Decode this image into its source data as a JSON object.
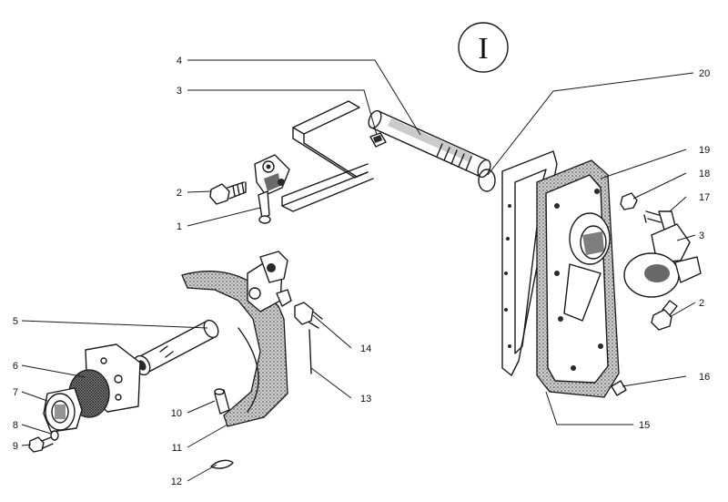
{
  "figure": {
    "roman_label": "I",
    "callouts": [
      {
        "id": "c1",
        "text": "1"
      },
      {
        "id": "c2a",
        "text": "2"
      },
      {
        "id": "c3a",
        "text": "3"
      },
      {
        "id": "c4",
        "text": "4"
      },
      {
        "id": "c5",
        "text": "5"
      },
      {
        "id": "c6",
        "text": "6"
      },
      {
        "id": "c7",
        "text": "7"
      },
      {
        "id": "c8",
        "text": "8"
      },
      {
        "id": "c9",
        "text": "9"
      },
      {
        "id": "c10",
        "text": "10"
      },
      {
        "id": "c11",
        "text": "11"
      },
      {
        "id": "c12",
        "text": "12"
      },
      {
        "id": "c13",
        "text": "13"
      },
      {
        "id": "c14",
        "text": "14"
      },
      {
        "id": "c15",
        "text": "15"
      },
      {
        "id": "c16",
        "text": "16"
      },
      {
        "id": "c17",
        "text": "17"
      },
      {
        "id": "c18",
        "text": "18"
      },
      {
        "id": "c19",
        "text": "19"
      },
      {
        "id": "c20",
        "text": "20"
      },
      {
        "id": "c3b",
        "text": "3"
      },
      {
        "id": "c2b",
        "text": "2"
      }
    ]
  },
  "colors": {
    "ink": "#1a1a1a",
    "background": "#ffffff",
    "shading": "#6b6b6b"
  }
}
